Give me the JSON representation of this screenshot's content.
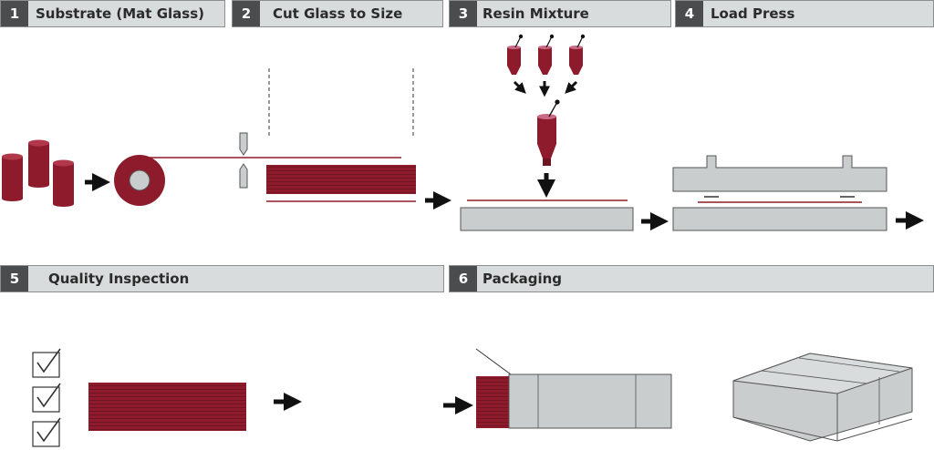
{
  "steps": [
    {
      "number": "1",
      "title": "Substrate (Mat Glass)"
    },
    {
      "number": "2",
      "title": "Cut Glass to Size"
    },
    {
      "number": "3",
      "title": "Resin Mixture"
    },
    {
      "number": "4",
      "title": "Load Press"
    },
    {
      "number": "5",
      "title": "Quality Inspection"
    },
    {
      "number": "6",
      "title": "Packaging"
    }
  ],
  "colors": {
    "material": "#8e1b2c",
    "material_dark": "#5f0f1b",
    "press_gray": "#c9cdcd",
    "outline": "#555555",
    "header_bg": "#d9dcdc",
    "number_bg": "#4a4c4d"
  }
}
